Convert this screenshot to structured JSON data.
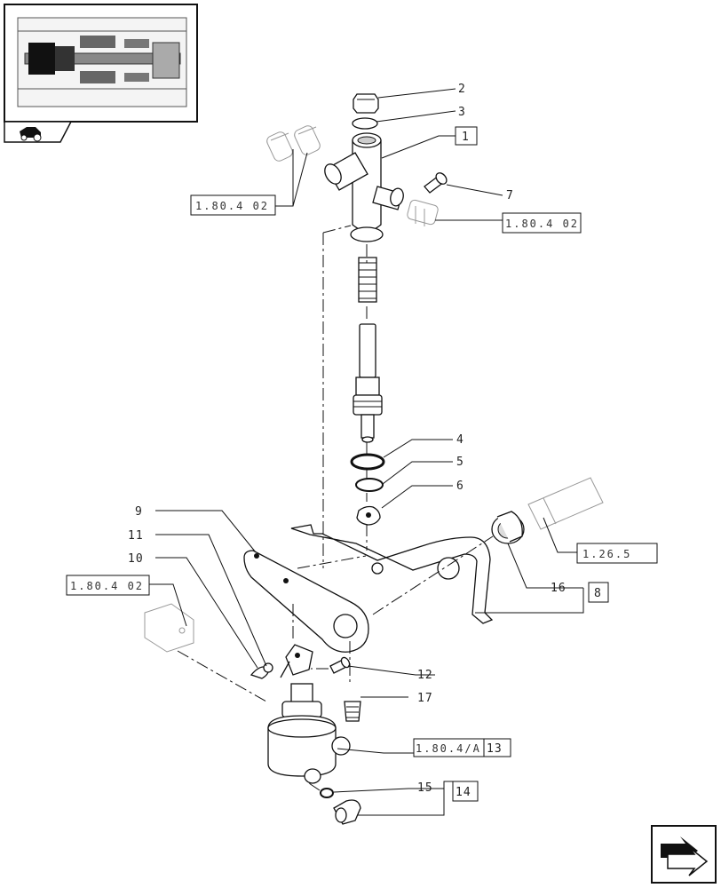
{
  "callouts": {
    "c2": "2",
    "c3": "3",
    "c1": "1",
    "c7": "7",
    "c4": "4",
    "c5": "5",
    "c6": "6",
    "c9": "9",
    "c11": "11",
    "c10": "10",
    "c16": "16",
    "c8": "8",
    "c12": "12",
    "c17": "17",
    "c13": "13",
    "c15": "15",
    "c14": "14"
  },
  "references": {
    "ref_top_left": "1.80.4 02",
    "ref_top_right": "1.80.4 02",
    "ref_left": "1.80.4 02",
    "ref_shaft": "1.26.5",
    "ref_cylinder": "1.80.4/A"
  },
  "icons": {
    "thumbnail": "transmission-cutaway-thumbnail",
    "nav_top": "tractor-section-icon",
    "nav_bottom": "next-page-arrow-icon"
  }
}
